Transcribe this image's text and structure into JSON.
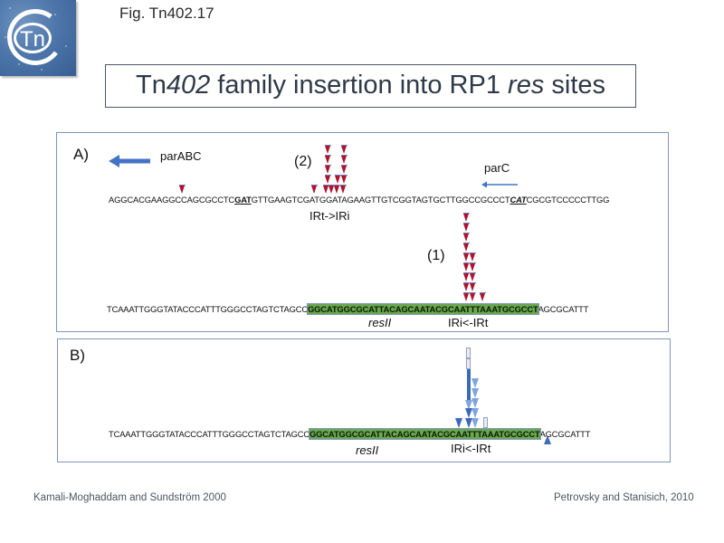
{
  "header": {
    "figure_label": "Fig. Tn402.17",
    "logo_text": "Tn",
    "title_prefix": "Tn",
    "title_italic_num": "402",
    "title_middle": " family insertion into RP1 ",
    "title_italic_res": "res",
    "title_suffix": " sites"
  },
  "panel_a": {
    "label": "A)",
    "gene_left": "parABC",
    "gene_right": "parC",
    "cluster_2_label": "(2)",
    "cluster_1_label": "(1)",
    "seq1": {
      "part1": "AGGCACGAAGGCCAGCGCCTC",
      "underlined": "GAT",
      "part2": "GTTGAAGTCGATGGATAGAAGTTGTCGGTAGTGCTTGGCCGCCCT",
      "underlined_italic": "CAT",
      "part3": "CGCGTCCCCCTTGG"
    },
    "seq1_annotation": "IRt->IRi",
    "seq2": {
      "before": "TCAAATTGGGTATACCCATTTGGGCCTAGTCTAGCC",
      "highlight": "GGCATGGCGCATTACAGCAATACGCAATTTAAATGCGCCT",
      "after": "AGCGCATTT"
    },
    "seq2_region_label": "resII",
    "seq2_annotation": "IRi<-IRt",
    "highlight_color": "#6aa84f",
    "marker_color": "#b0122e"
  },
  "panel_b": {
    "label": "B)",
    "seq": {
      "before": "TCAAATTGGGTATACCCATTTGGGCCTAGTCTAGCC",
      "highlight": "GGCATGGCGCATTACAGCAATACGCAATTTAAATGCGCCT",
      "after": "AGCGCATTT"
    },
    "region_label": "resII",
    "annotation": "IRi<-IRt",
    "marker_color": "#3d6ab7"
  },
  "footer": {
    "citation_left": "Kamali-Moghaddam and Sundström  2000",
    "citation_right": "Petrovsky and Stanisich, 2010"
  }
}
